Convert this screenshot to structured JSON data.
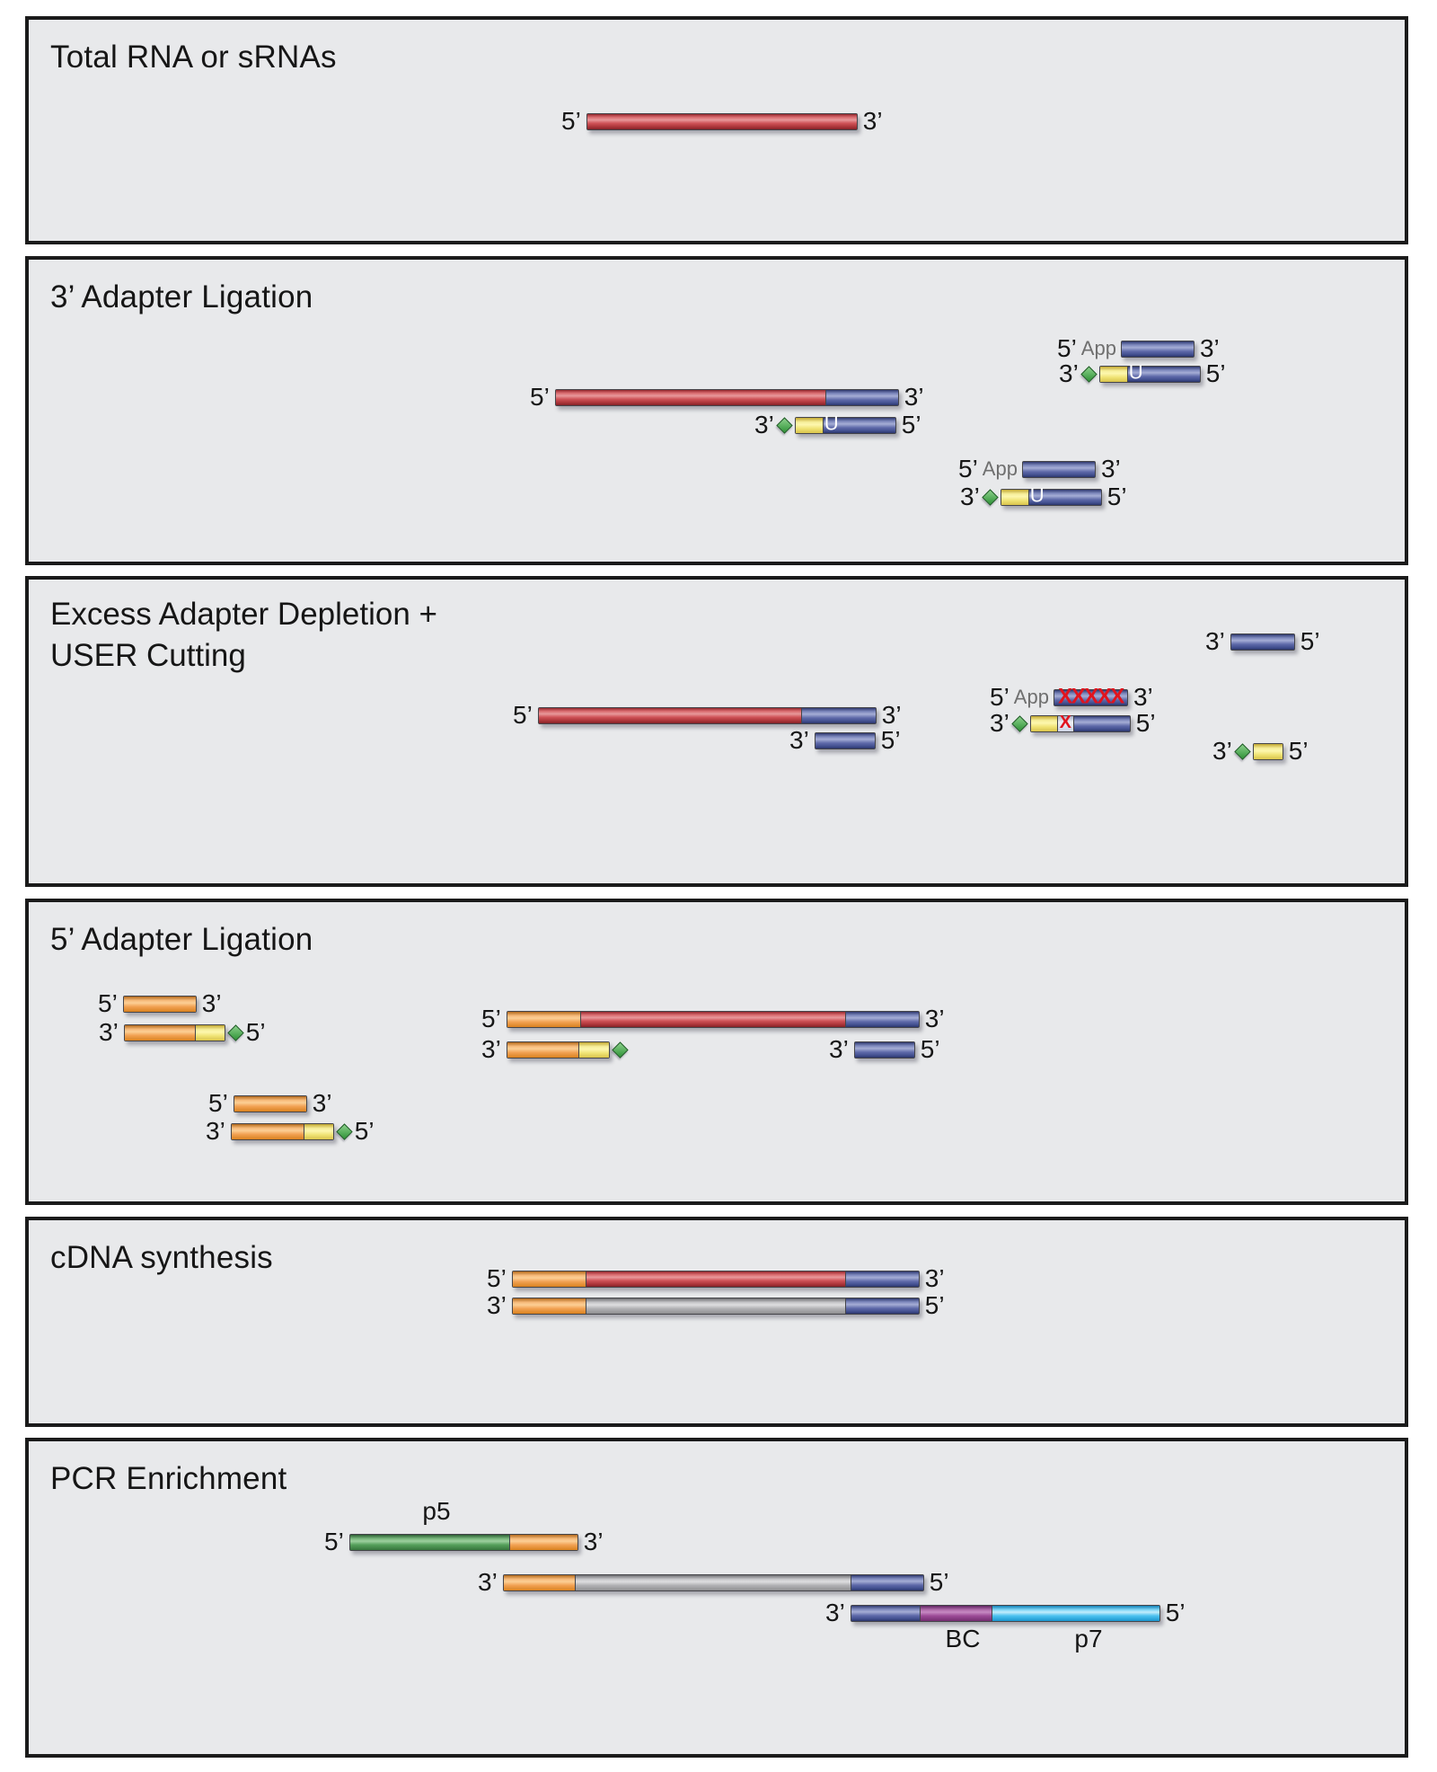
{
  "figure": {
    "panels": {
      "p1": {
        "title": "Total RNA or sRNAs"
      },
      "p2": {
        "title": "3’ Adapter Ligation"
      },
      "p3": {
        "title_line1": "Excess Adapter Depletion +",
        "title_line2": "USER Cutting"
      },
      "p4": {
        "title": "5’ Adapter Ligation"
      },
      "p5": {
        "title": "cDNA synthesis"
      },
      "p6": {
        "title": "PCR Enrichment"
      }
    },
    "glyphs": {
      "five_prime": "5’",
      "three_prime": "3’",
      "app": "App",
      "uracil": "U",
      "cut_x": "X",
      "blocked_x5": "XXXXX",
      "p5": "p5",
      "p7": "p7",
      "barcode": "BC"
    },
    "colors": {
      "rna_red": "#cf5257",
      "adapter3_blue": "#5d68a8",
      "uracil_yellow": "#f0e375",
      "adapter5_orange": "#f2a254",
      "blocker_green": "#3da23f",
      "p5_green": "#55a05b",
      "cdna_gray": "#b2b2b5",
      "barcode_magenta": "#9c4b97",
      "p7_cyan": "#4cc1f0",
      "x_red": "#e1141e",
      "panel_bg": "#e8e9eb",
      "panel_border": "#1b1b1b"
    }
  }
}
